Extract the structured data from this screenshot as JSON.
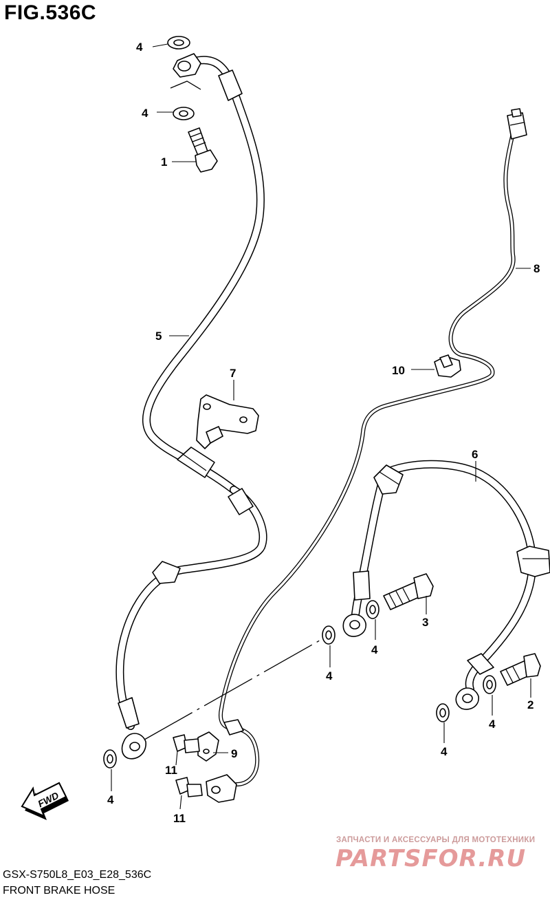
{
  "figure": {
    "title": "FIG.536C",
    "model_code": "GSX-S750L8_E03_E28_536C",
    "caption": "FRONT BRAKE HOSE",
    "fwd_label": "FWD"
  },
  "callouts": [
    "4",
    "4",
    "1",
    "5",
    "7",
    "6",
    "8",
    "10",
    "3",
    "4",
    "4",
    "2",
    "4",
    "4",
    "9",
    "11",
    "11",
    "4"
  ],
  "watermark": {
    "line1": "ЗАПЧАСТИ И АКСЕССУАРЫ ДЛЯ МОТОТЕХНИКИ",
    "logo": "PARTSFOR.RU",
    "color": "#e59a9a"
  }
}
